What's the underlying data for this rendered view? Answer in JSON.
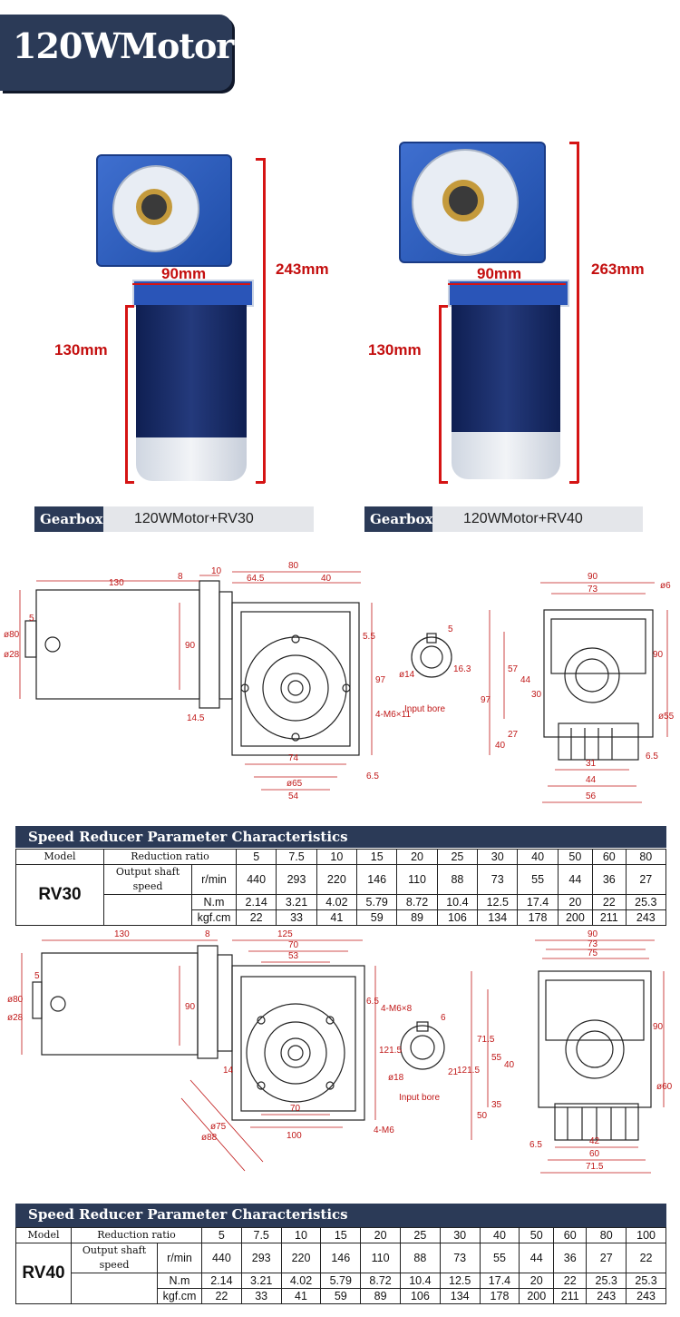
{
  "header": {
    "title": "120WMotor"
  },
  "photos": [
    {
      "height_label": "243mm",
      "width_label": "90mm",
      "body_label": "130mm"
    },
    {
      "height_label": "263mm",
      "width_label": "90mm",
      "body_label": "130mm"
    }
  ],
  "gearbox_tags": [
    {
      "label": "Gearbox",
      "value": "120WMotor+RV30"
    },
    {
      "label": "Gearbox",
      "value": "120WMotor+RV40"
    }
  ],
  "drawing_rv30": {
    "front": [
      "130",
      "8",
      "10",
      "64.5",
      "80",
      "40",
      "5.5",
      "97",
      "4-M6×11",
      "14.5",
      "74",
      "ø65",
      "54",
      "6.5",
      "ø80",
      "ø28",
      "5",
      "90"
    ],
    "bore": [
      "5",
      "ø14",
      "16.3",
      "Input bore"
    ],
    "side": [
      "90",
      "73",
      "ø6",
      "57",
      "44",
      "30",
      "97",
      "90",
      "40",
      "27",
      "ø55",
      "31",
      "44",
      "56",
      "6.5"
    ]
  },
  "drawing_rv40": {
    "front": [
      "130",
      "8",
      "125",
      "70",
      "53",
      "4-M6×8",
      "6.5",
      "121.5",
      "90",
      "14",
      "70",
      "100",
      "4-M6",
      "ø75",
      "ø88",
      "ø80",
      "ø28",
      "5"
    ],
    "bore": [
      "6",
      "ø18",
      "21",
      "Input bore"
    ],
    "side": [
      "90",
      "73",
      "75",
      "71.5",
      "55",
      "40",
      "121.5",
      "90",
      "ø60",
      "35",
      "50",
      "42",
      "60",
      "71.5",
      "6.5"
    ]
  },
  "tables": [
    {
      "heading": "Speed Reducer Parameter Characteristics",
      "model_label": "Model",
      "ratio_label": "Reduction ratio",
      "speed_label": "Output shaft speed",
      "model": "RV30",
      "ratios": [
        "5",
        "7.5",
        "10",
        "15",
        "20",
        "25",
        "30",
        "40",
        "50",
        "60",
        "80"
      ],
      "rows": [
        {
          "unit": "r/min",
          "values": [
            "440",
            "293",
            "220",
            "146",
            "110",
            "88",
            "73",
            "55",
            "44",
            "36",
            "27"
          ]
        },
        {
          "unit": "N.m",
          "values": [
            "2.14",
            "3.21",
            "4.02",
            "5.79",
            "8.72",
            "10.4",
            "12.5",
            "17.4",
            "20",
            "22",
            "25.3"
          ]
        },
        {
          "unit": "kgf.cm",
          "values": [
            "22",
            "33",
            "41",
            "59",
            "89",
            "106",
            "134",
            "178",
            "200",
            "211",
            "243"
          ]
        }
      ]
    },
    {
      "heading": "Speed Reducer Parameter Characteristics",
      "model_label": "Model",
      "ratio_label": "Reduction ratio",
      "speed_label": "Output shaft speed",
      "model": "RV40",
      "ratios": [
        "5",
        "7.5",
        "10",
        "15",
        "20",
        "25",
        "30",
        "40",
        "50",
        "60",
        "80",
        "100"
      ],
      "rows": [
        {
          "unit": "r/min",
          "values": [
            "440",
            "293",
            "220",
            "146",
            "110",
            "88",
            "73",
            "55",
            "44",
            "36",
            "27",
            "22"
          ]
        },
        {
          "unit": "N.m",
          "values": [
            "2.14",
            "3.21",
            "4.02",
            "5.79",
            "8.72",
            "10.4",
            "12.5",
            "17.4",
            "20",
            "22",
            "25.3",
            "25.3"
          ]
        },
        {
          "unit": "kgf.cm",
          "values": [
            "22",
            "33",
            "41",
            "59",
            "89",
            "106",
            "134",
            "178",
            "200",
            "211",
            "243",
            "243"
          ]
        }
      ]
    }
  ],
  "colors": {
    "navy": "#2b3a57",
    "dimension_red": "#c01818",
    "motor_blue": "#1f4da8"
  }
}
